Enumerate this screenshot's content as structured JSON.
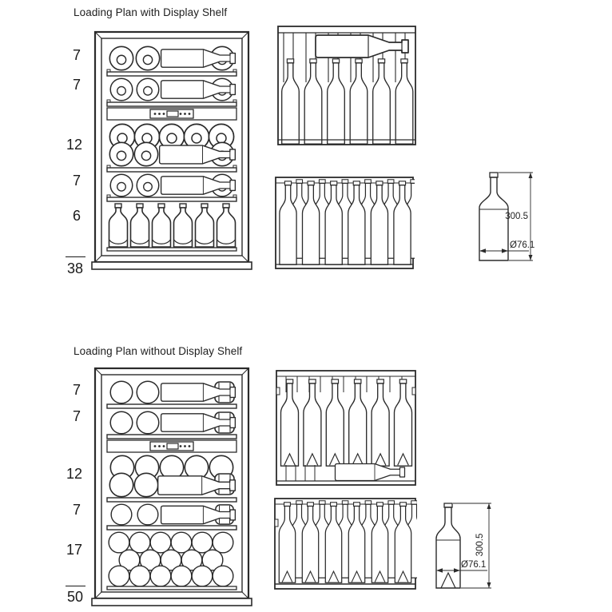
{
  "plan_with_shelf": {
    "title": "Loading Plan with Display Shelf",
    "row_counts": [
      "7",
      "7",
      "12",
      "7",
      "6"
    ],
    "total": "38"
  },
  "plan_without_shelf": {
    "title": "Loading Plan without Display Shelf",
    "row_counts": [
      "7",
      "7",
      "12",
      "7",
      "17"
    ],
    "total": "50"
  },
  "bottle_spec": {
    "height_mm": "300.5",
    "diameter_label": "Ø76.1"
  },
  "colors": {
    "line": "#2b2b2b",
    "background": "#ffffff"
  }
}
